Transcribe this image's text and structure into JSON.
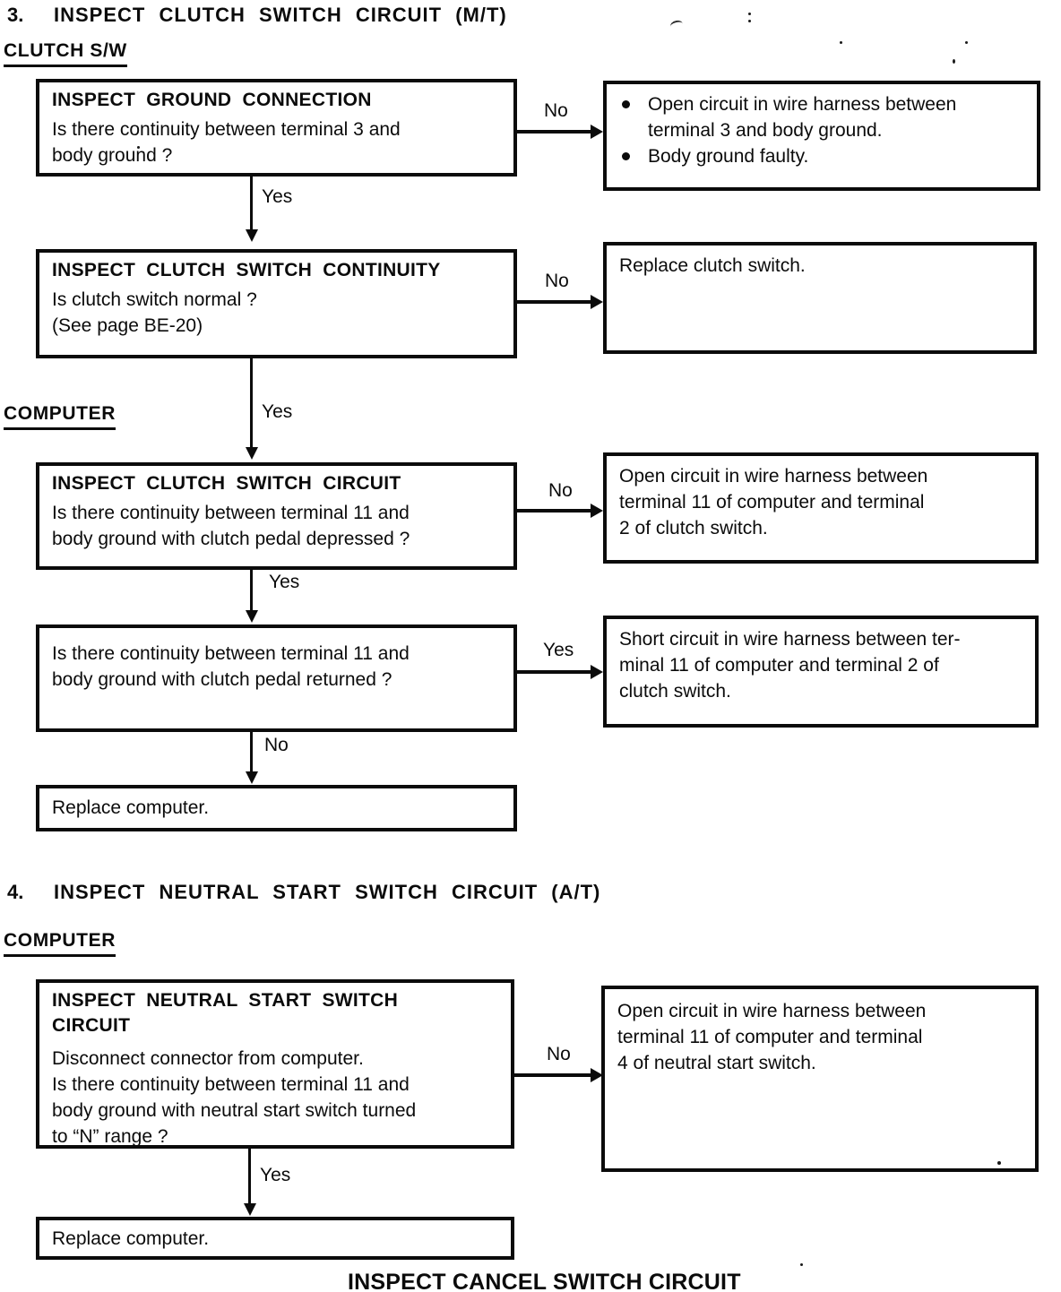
{
  "section3": {
    "number": "3.",
    "title": "INSPECT CLUTCH SWITCH CIRCUIT (M/T)",
    "label_clutch_sw": "CLUTCH S/W",
    "label_computer": "COMPUTER",
    "step_ground": {
      "title": "INSPECT GROUND CONNECTION",
      "question_lines": [
        "Is there continuity between terminal 3 and",
        "body ground ?"
      ],
      "branch_no": "No",
      "branch_yes": "Yes",
      "result_bullet1_lines": [
        "Open circuit in wire harness between",
        "terminal 3 and body ground."
      ],
      "result_bullet2_lines": [
        "Body ground faulty."
      ]
    },
    "step_switch_continuity": {
      "title": "INSPECT CLUTCH SWITCH CONTINUITY",
      "question_lines": [
        "Is clutch switch normal ?",
        "(See  page  BE-20)"
      ],
      "branch_no": "No",
      "branch_yes": "Yes",
      "result_lines": [
        "Replace clutch switch."
      ]
    },
    "step_switch_circuit": {
      "title": "INSPECT CLUTCH SWITCH CIRCUIT",
      "question_lines": [
        "Is there continuity between terminal 11 and",
        "body ground with clutch pedal depressed ?"
      ],
      "branch_no": "No",
      "branch_yes": "Yes",
      "result_lines": [
        "Open circuit in wire harness between",
        "terminal 11 of computer and terminal",
        "2 of clutch switch."
      ]
    },
    "step_pedal_returned": {
      "question_lines": [
        "Is there continuity between terminal 11 and",
        "body ground with clutch pedal returned ?"
      ],
      "branch_yes": "Yes",
      "branch_no": "No",
      "result_lines": [
        "Short circuit in wire harness between ter-",
        "minal 11 of computer and terminal 2 of",
        "clutch switch."
      ]
    },
    "final_action": "Replace computer."
  },
  "section4": {
    "number": "4.",
    "title": "INSPECT NEUTRAL START SWITCH CIRCUIT (A/T)",
    "label_computer": "COMPUTER",
    "step_neutral_start": {
      "title_lines": [
        "INSPECT NEUTRAL START SWITCH",
        "CIRCUIT"
      ],
      "question_lines": [
        "Disconnect connector from computer.",
        "Is there continuity between terminal 11 and",
        "body ground with neutral start switch turned",
        "to “N” range ?"
      ],
      "branch_no": "No",
      "branch_yes": "Yes",
      "result_lines": [
        "Open circuit in wire harness between",
        "terminal 11 of computer and terminal",
        "4 of neutral start switch."
      ]
    },
    "final_action": "Replace computer."
  },
  "footer": {
    "next_section_title": "INSPECT CANCEL SWITCH CIRCUIT"
  }
}
